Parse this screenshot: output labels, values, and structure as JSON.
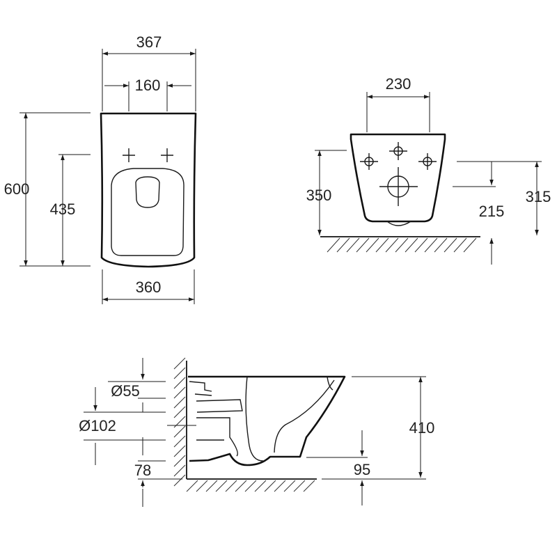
{
  "front_view": {
    "width_top": "367",
    "fixing_spacing": "160",
    "height_total": "600",
    "height_fixing": "435",
    "width_bottom": "360"
  },
  "rear_view": {
    "spacing": "230",
    "height_left": "350",
    "height_right": "315",
    "inlet_height": "215"
  },
  "side_view": {
    "dia_small": "Ø55",
    "dia_large": "Ø102",
    "height_outlet": "78",
    "height_total": "410",
    "floor_clearance": "95"
  },
  "colors": {
    "line": "#1a1a1a",
    "text": "#222222"
  }
}
